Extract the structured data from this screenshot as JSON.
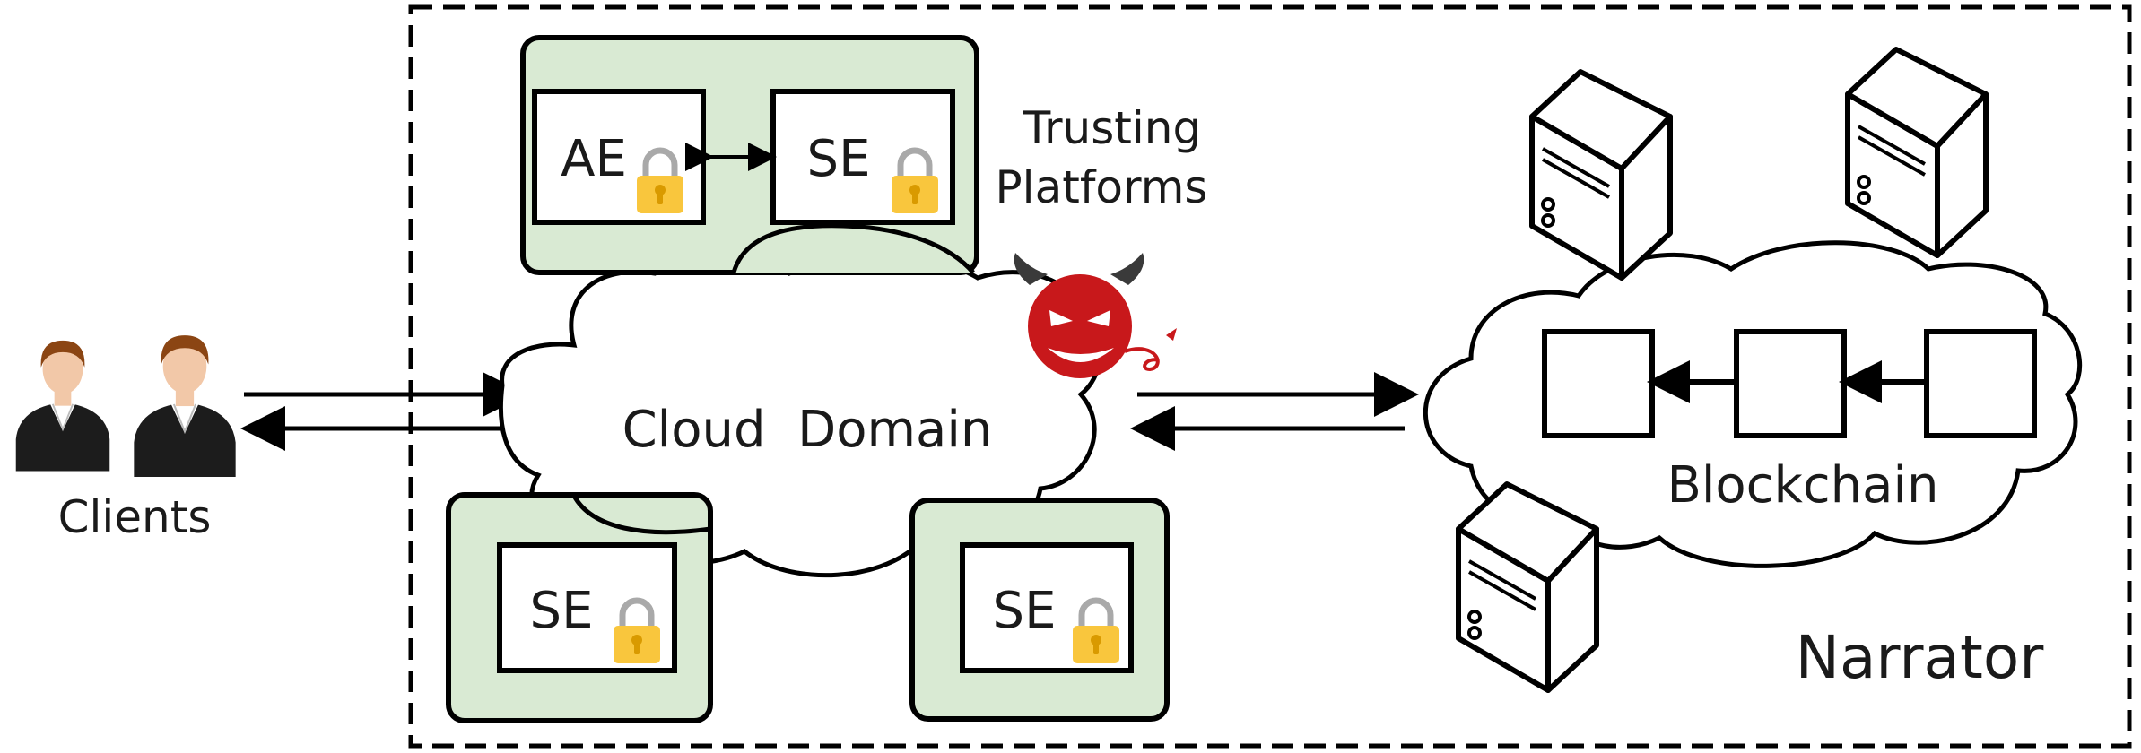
{
  "labels": {
    "clients": "Clients",
    "cloud_domain": "Cloud  Domain",
    "trusting_platforms_line1": "Trusting",
    "trusting_platforms_line2": "Platforms",
    "blockchain": "Blockchain",
    "narrator": "Narrator"
  },
  "enclaves": {
    "top_left": "AE",
    "top_right": "SE",
    "bottom_left": "SE",
    "bottom_right": "SE"
  },
  "colors": {
    "platform_fill": "#d9ead3",
    "lock_body": "#f9c63d",
    "lock_shackle": "#a9a9a9",
    "devil": "#c8181b",
    "hair": "#8b4513",
    "suit": "#1c1c1c",
    "skin": "#f2c8a8"
  },
  "icons": [
    "user-icon",
    "lock-icon",
    "devil-icon",
    "server-icon",
    "arrow-icon"
  ]
}
